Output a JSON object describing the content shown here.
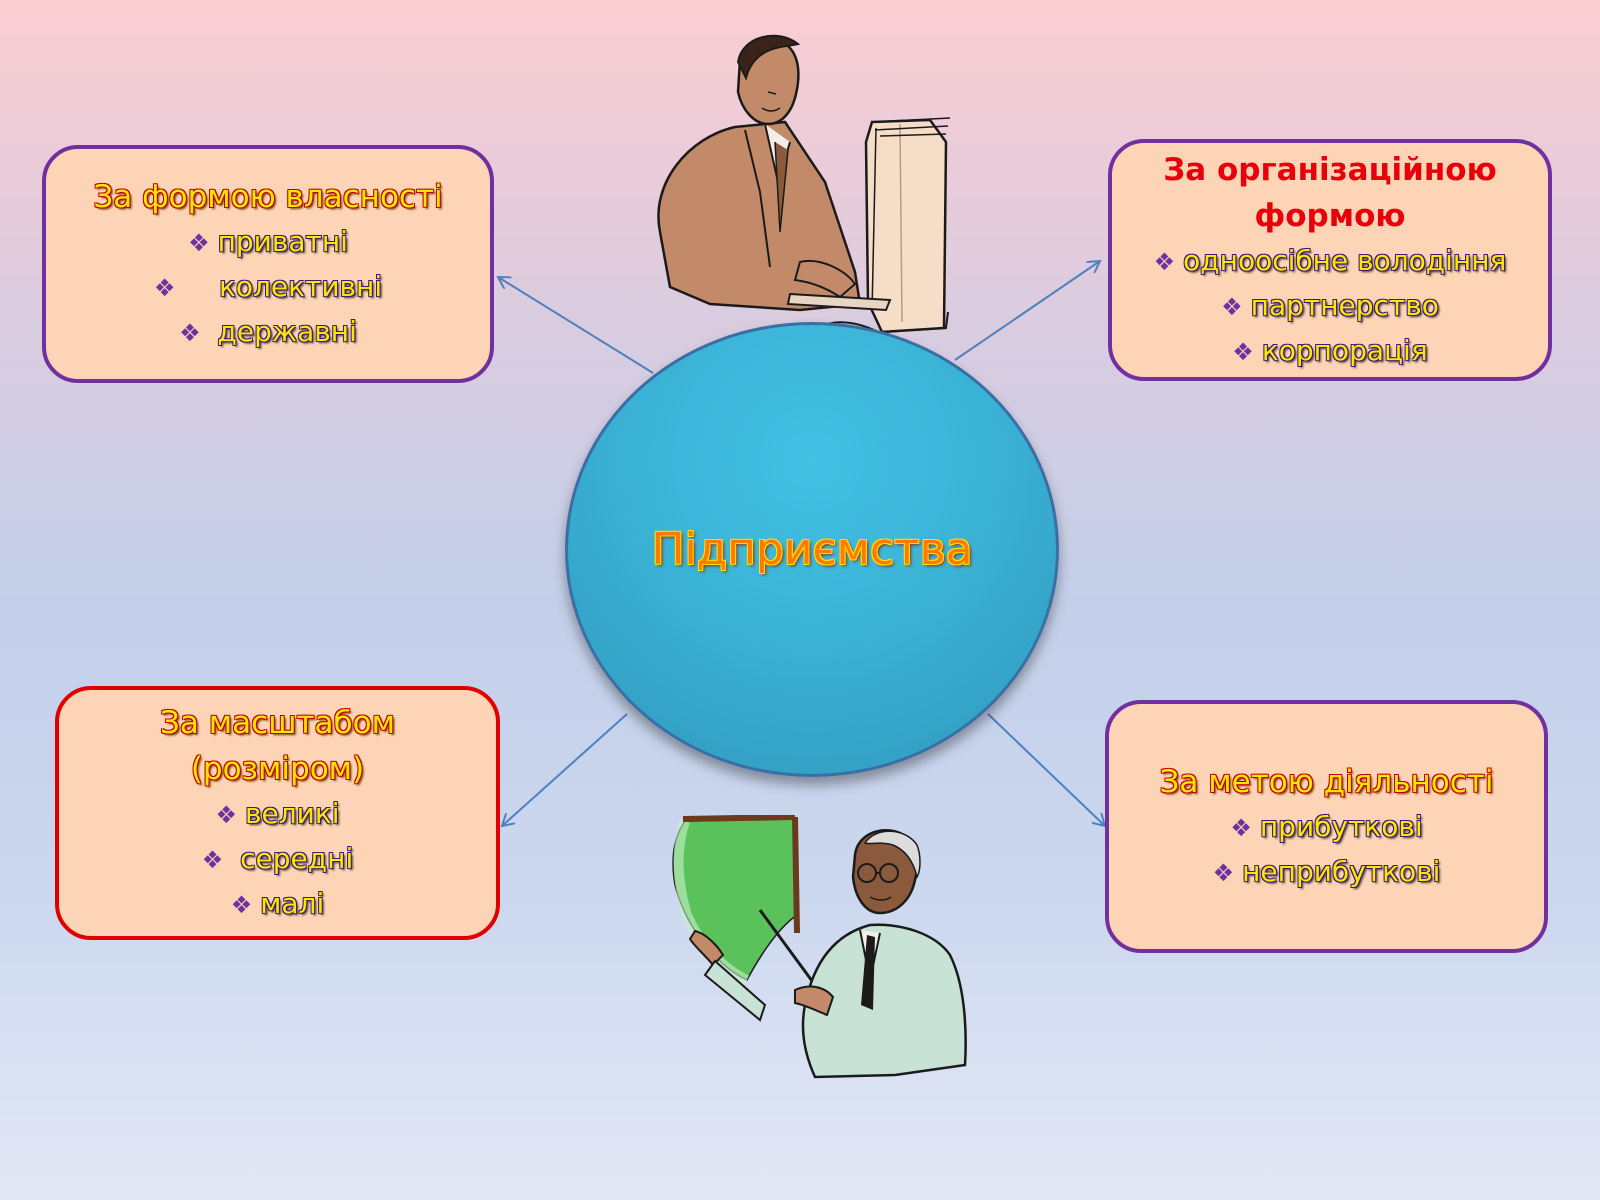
{
  "center": {
    "label": "Підприємства"
  },
  "boxes": {
    "ownership": {
      "title": "За формою власності",
      "items": [
        "приватні",
        "    колективні",
        " державні"
      ]
    },
    "organizational": {
      "title_line1": "За організаційною",
      "title_line2": "формою",
      "items": [
        "одноосібне володіння",
        "партнерство",
        "корпорація"
      ]
    },
    "scale": {
      "title_line1": "За масштабом",
      "title_line2": "(розміром)",
      "items": [
        "великі",
        " середні",
        "малі"
      ]
    },
    "purpose": {
      "title": "За метою діяльності",
      "items": [
        "прибуткові",
        "неприбуткові"
      ]
    }
  },
  "colors": {
    "box_fill": "#fdd5b6",
    "box_border_purple": "#7030a0",
    "box_border_red": "#e00000",
    "circle_fill": "#3ab2d6",
    "arrow": "#4f81bd"
  },
  "icons": {
    "bullet": "four-diamond-bullet-icon",
    "top_clipart": "man-at-computer-icon",
    "bottom_clipart": "presenter-at-board-icon"
  }
}
